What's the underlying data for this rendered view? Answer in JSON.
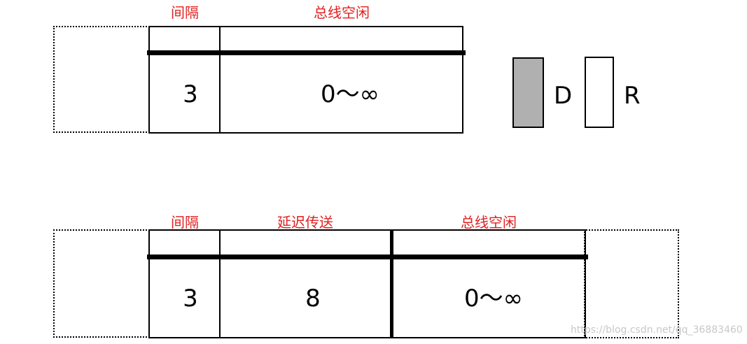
{
  "colors": {
    "label": "#e02020",
    "line": "#000000",
    "dominant_fill": "#b0b0b0",
    "recessive_fill": "#ffffff"
  },
  "diagram_top": {
    "labels": {
      "gap": "间隔",
      "bus_idle": "总线空闲"
    },
    "values": {
      "gap": "3",
      "bus_idle": "0～∞"
    }
  },
  "legend": {
    "dominant": "D",
    "recessive": "R"
  },
  "diagram_bottom": {
    "labels": {
      "gap": "间隔",
      "delay": "延迟传送",
      "bus_idle": "总线空闲"
    },
    "values": {
      "gap": "3",
      "delay": "8",
      "bus_idle": "0～∞"
    }
  },
  "watermark": "https://blog.csdn.net/qq_36883460"
}
